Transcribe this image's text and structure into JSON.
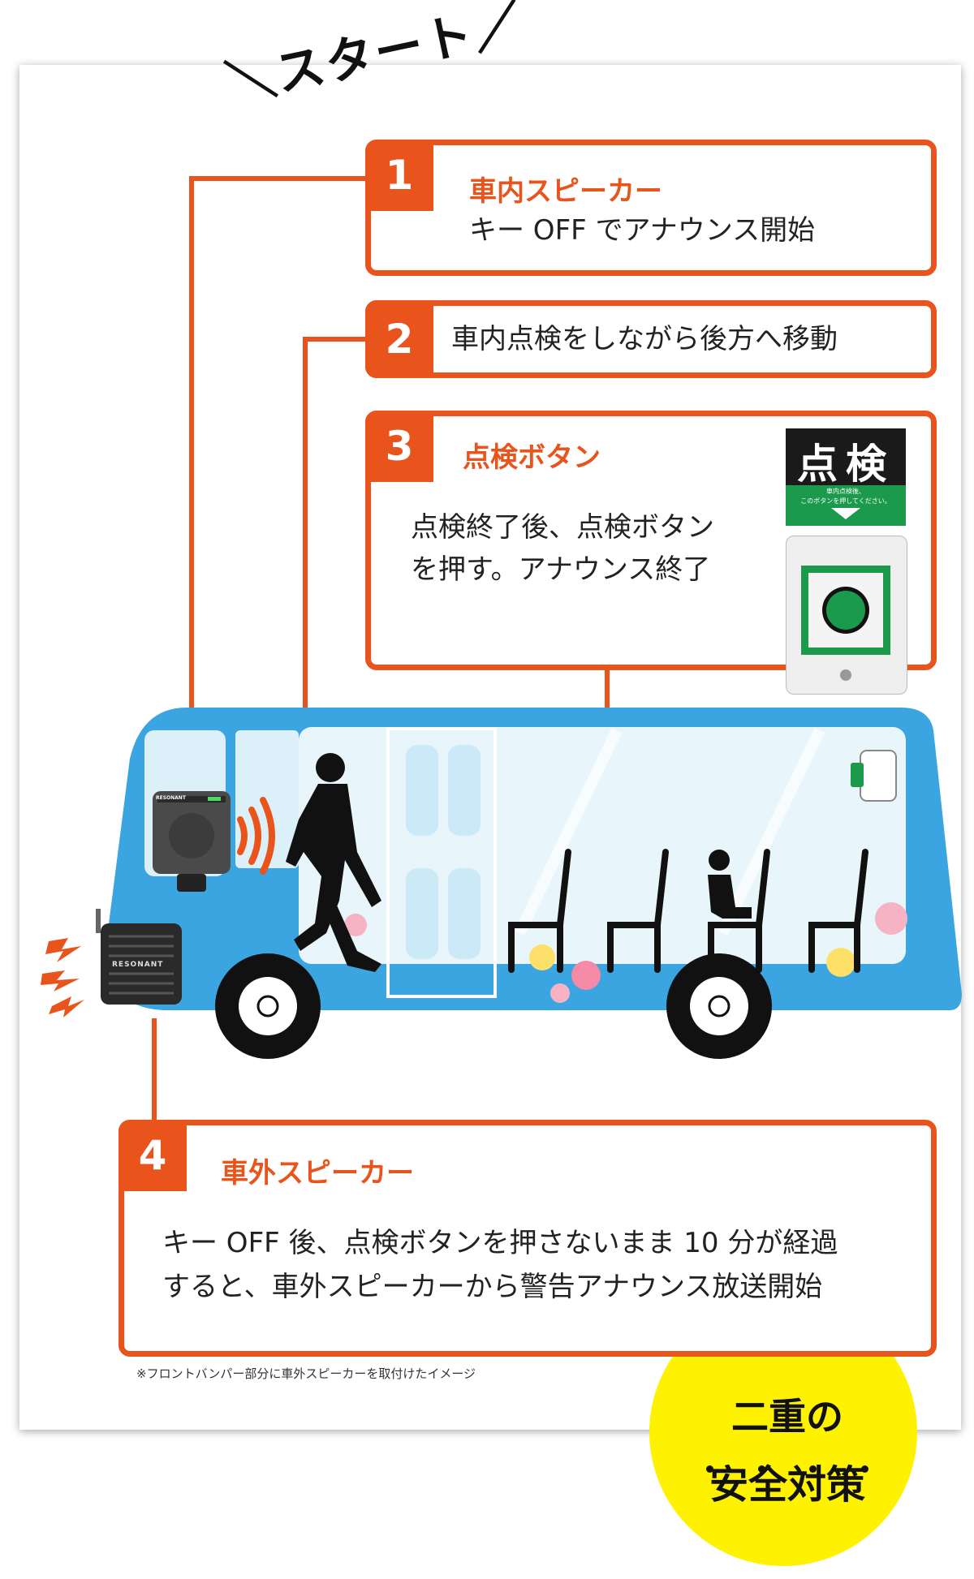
{
  "start_label": "＼スタート／",
  "steps": [
    {
      "number": "1",
      "title": "車内スピーカー",
      "body": "キー OFF でアナウンス開始"
    },
    {
      "number": "2",
      "body": "車内点検をしながら後方へ移動"
    },
    {
      "number": "3",
      "title": "点検ボタン",
      "body_lines": [
        "点検終了後、点検ボタン",
        "を押す。アナウンス終了"
      ]
    },
    {
      "number": "4",
      "title": "車外スピーカー",
      "body_lines": [
        "キー OFF 後、点検ボタンを押さないまま 10 分が経過",
        "すると、車外スピーカーから警告アナウンス放送開始"
      ]
    }
  ],
  "button_device": {
    "label": "点検",
    "sublabel_lines": [
      "車内点検後、",
      "このボタンを押してください。"
    ]
  },
  "speaker_brand": "RESONANT",
  "footnote": "※フロントバンパー部分に車外スピーカーを取付けたイメージ",
  "bubble": {
    "line1": "二重の",
    "line2": "安全対策"
  },
  "colors": {
    "accent": "#e8541c",
    "bus": "#3aa5e0",
    "bubble": "#fff200",
    "button_green": "#1a9a4a"
  }
}
